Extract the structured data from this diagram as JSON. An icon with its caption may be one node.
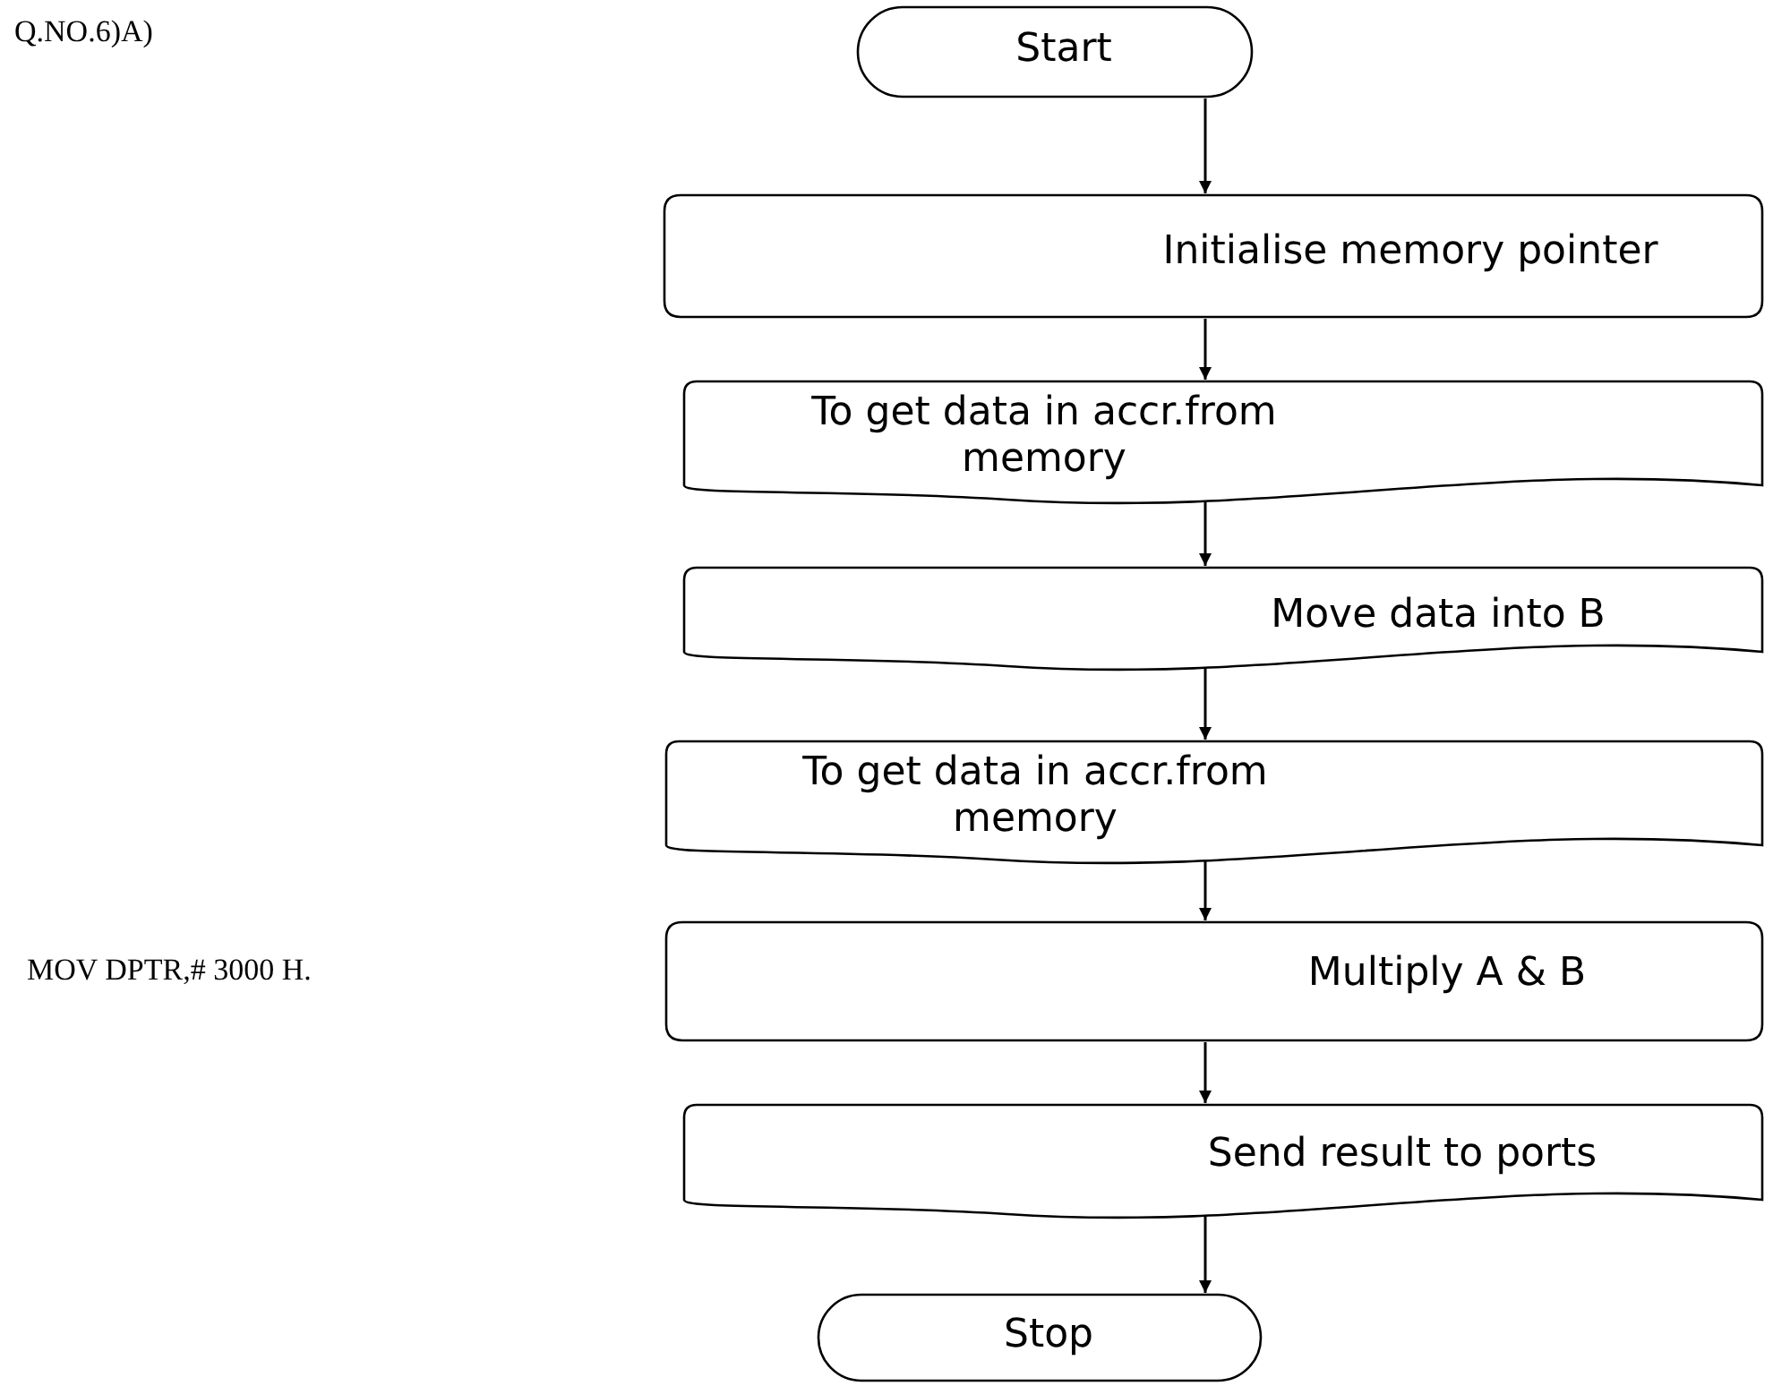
{
  "diagram": {
    "nodes": [
      {
        "text": [
          "Start"
        ]
      },
      {
        "text": [
          "Initialise memory pointer"
        ]
      },
      {
        "text": [
          "To get data in accr.from memory"
        ]
      },
      {
        "text": [
          "Move data into B"
        ]
      },
      {
        "text": [
          "To get data in accr.from memory"
        ]
      },
      {
        "text": [
          "Multiply A & B"
        ]
      },
      {
        "text": [
          "Send result to ports"
        ]
      },
      {
        "text": [
          "Stop"
        ]
      }
    ],
    "edges": [
      {
        "from": 0,
        "to": 1,
        "arrow": "to"
      },
      {
        "from": 1,
        "to": 2,
        "arrow": "to"
      },
      {
        "from": 2,
        "to": 3,
        "arrow": "to"
      },
      {
        "from": 3,
        "to": 4,
        "arrow": "to"
      },
      {
        "from": 4,
        "to": 5,
        "arrow": "to"
      },
      {
        "from": 5,
        "to": 6,
        "arrow": "to"
      },
      {
        "from": 6,
        "to": 7,
        "arrow": "to"
      }
    ],
    "labels": [
      "Q.NO.6)A)",
      "MOV DPTR,# 3000 H."
    ]
  }
}
